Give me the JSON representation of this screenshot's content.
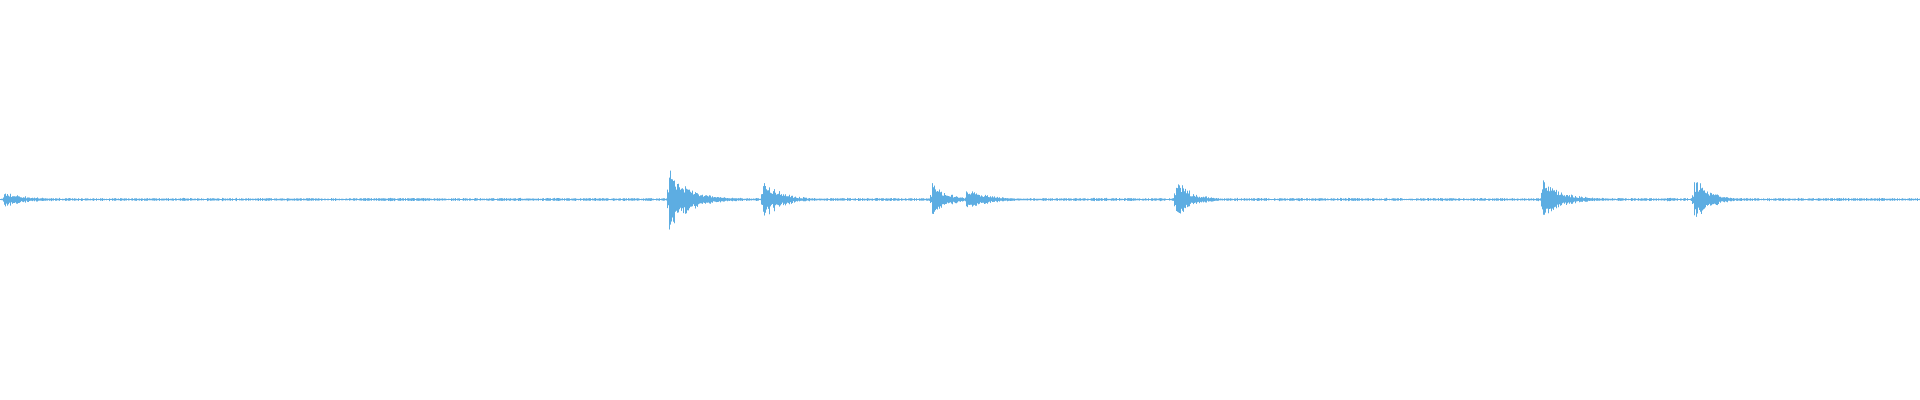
{
  "chart_data": {
    "type": "area",
    "kind": "audio-waveform",
    "axes_visible": false,
    "grid": false,
    "amplitude_range": [
      -1,
      1
    ],
    "baseline_amplitude": 0.006,
    "color": "#5dade2",
    "background": "#ffffff",
    "events": [
      {
        "time_fraction": 0.002,
        "peak": 0.045,
        "decay": 0.012
      },
      {
        "time_fraction": 0.149,
        "peak": 0.012,
        "decay": 0.004
      },
      {
        "time_fraction": 0.217,
        "peak": 0.012,
        "decay": 0.006
      },
      {
        "time_fraction": 0.291,
        "peak": 0.01,
        "decay": 0.004
      },
      {
        "time_fraction": 0.348,
        "peak": 0.17,
        "decay": 0.012
      },
      {
        "time_fraction": 0.397,
        "peak": 0.11,
        "decay": 0.01
      },
      {
        "time_fraction": 0.485,
        "peak": 0.1,
        "decay": 0.008
      },
      {
        "time_fraction": 0.503,
        "peak": 0.065,
        "decay": 0.012
      },
      {
        "time_fraction": 0.612,
        "peak": 0.12,
        "decay": 0.008
      },
      {
        "time_fraction": 0.619,
        "peak": 0.04,
        "decay": 0.004
      },
      {
        "time_fraction": 0.803,
        "peak": 0.135,
        "decay": 0.008
      },
      {
        "time_fraction": 0.807,
        "peak": 0.07,
        "decay": 0.012
      },
      {
        "time_fraction": 0.868,
        "peak": 0.012,
        "decay": 0.006
      },
      {
        "time_fraction": 0.882,
        "peak": 0.13,
        "decay": 0.008
      }
    ]
  }
}
